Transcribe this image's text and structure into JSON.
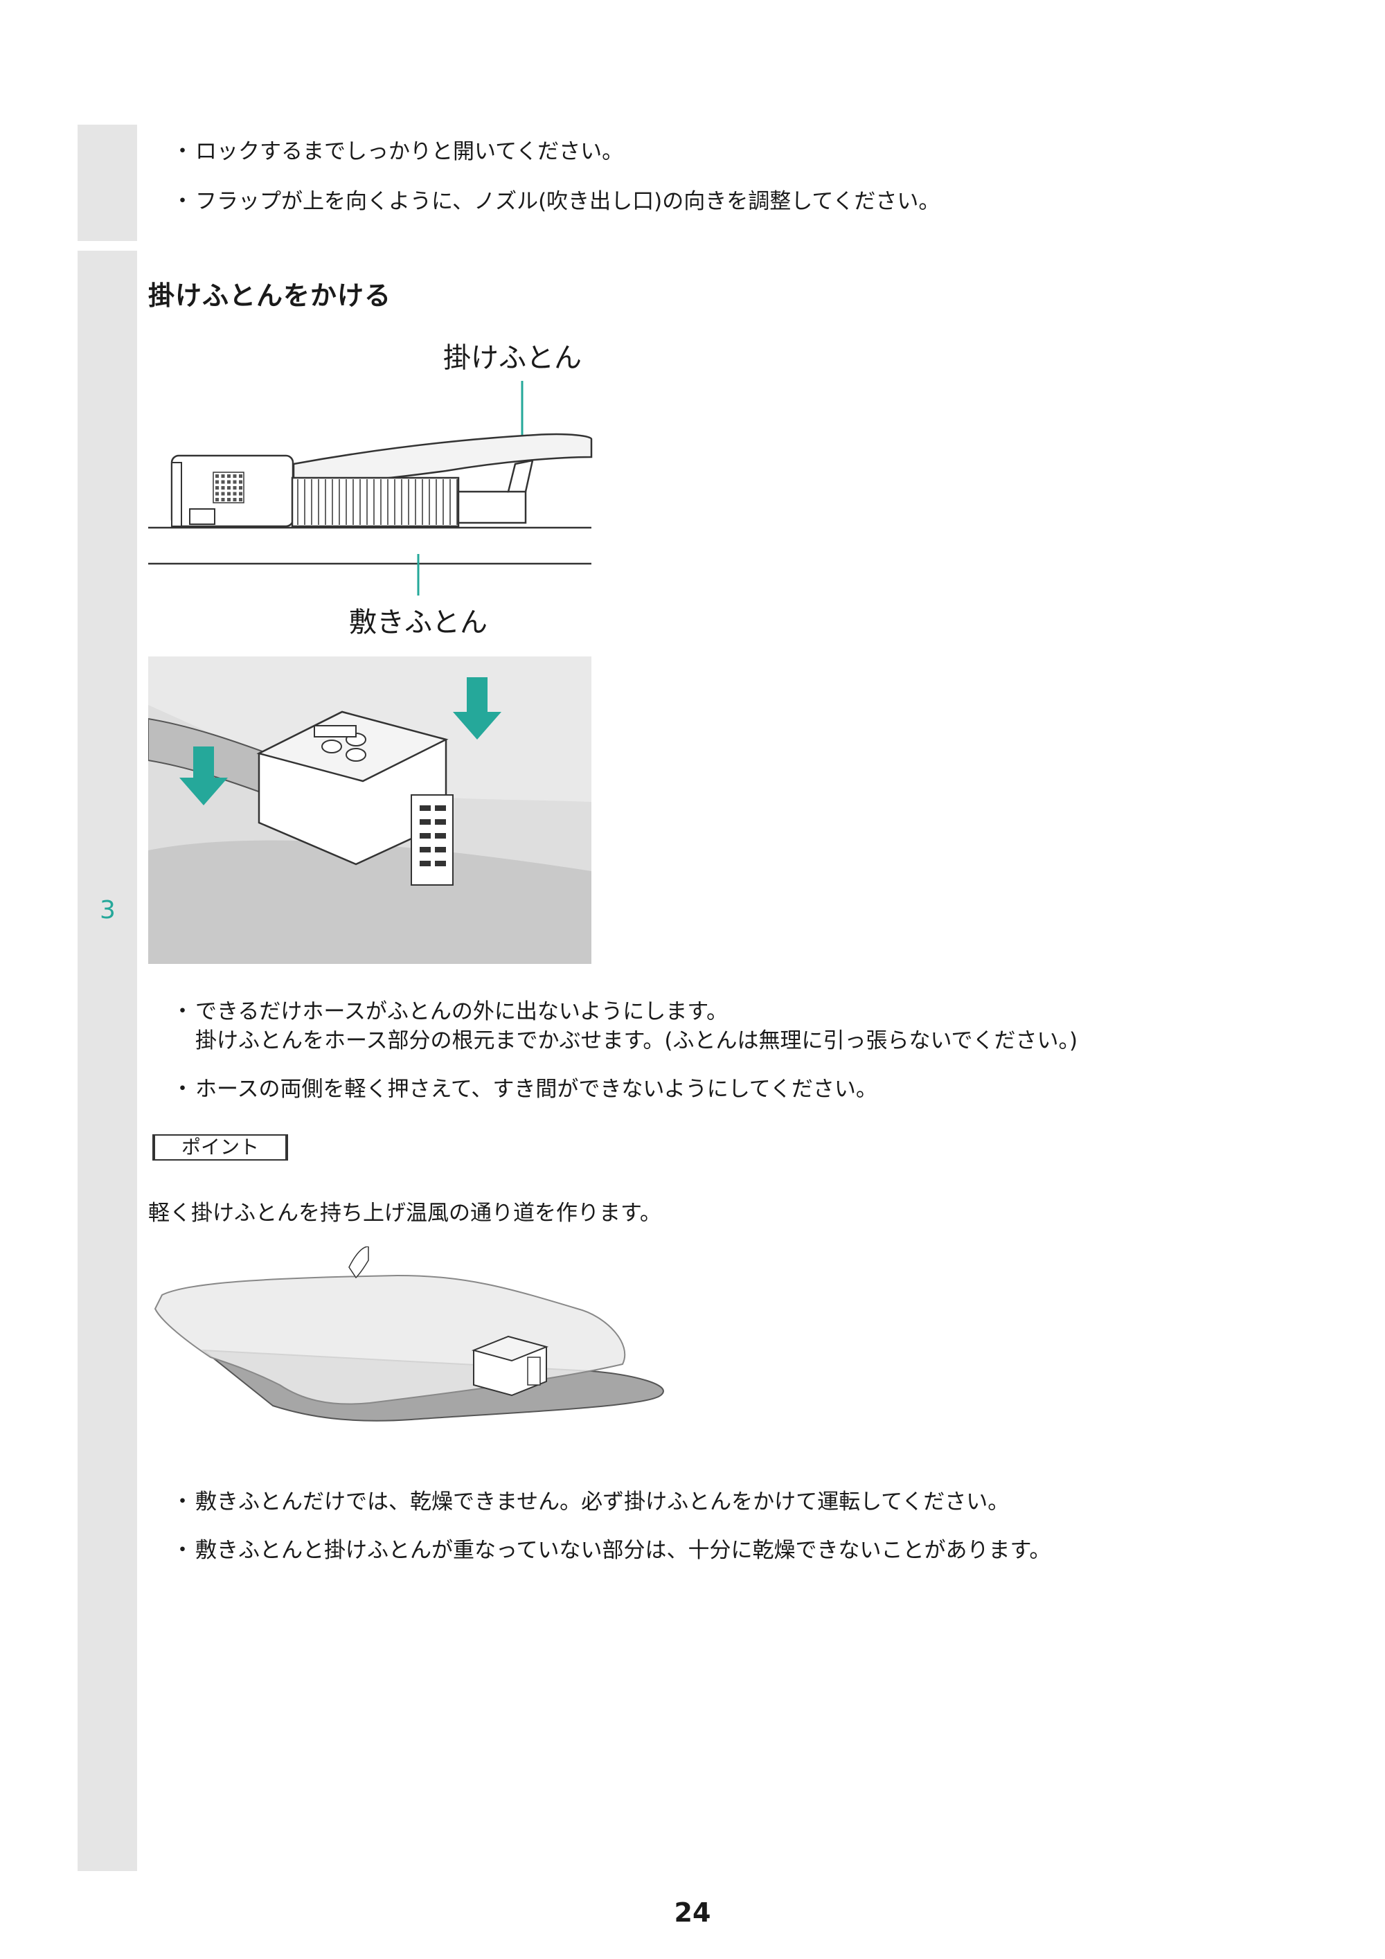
{
  "step": {
    "number": "3"
  },
  "top_bullets": [
    "ロックするまでしっかりと開いてください。",
    "フラップが上を向くように、ノズル(吹き出し口)の向きを調整してください。"
  ],
  "section": {
    "title": "掛けふとんをかける"
  },
  "diagram": {
    "label_top": "掛けふとん",
    "label_bottom": "敷きふとん"
  },
  "mid_bullets": [
    {
      "line1": "できるだけホースがふとんの外に出ないようにします。",
      "line2": "掛けふとんをホース部分の根元までかぶせます。(ふとんは無理に引っ張らないでください。)"
    },
    {
      "line1": "ホースの両側を軽く押さえて、すき間ができないようにしてください。"
    }
  ],
  "point": {
    "label": "ポイント",
    "text": "軽く掛けふとんを持ち上げ温風の通り道を作ります。"
  },
  "bottom_bullets": [
    "敷きふとんだけでは、乾燥できません。必ず掛けふとんをかけて運転してください。",
    "敷きふとんと掛けふとんが重なっていない部分は、十分に乾燥できないことがあります。"
  ],
  "bullet_symbol": "・",
  "page_number": "24",
  "colors": {
    "accent": "#25a89a",
    "sidebar": "#e5e5e5"
  }
}
